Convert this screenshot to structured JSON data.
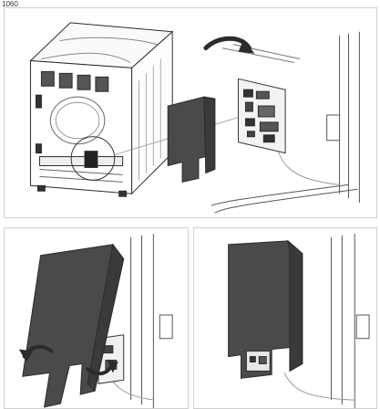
{
  "figure": {
    "label": "1060",
    "colors": {
      "line": "#2b2b2b",
      "cover": "#4a4a4a",
      "cover_dark": "#3a3a3a",
      "panel_border": "#cfcfcf",
      "background": "#ffffff"
    }
  },
  "panels": [
    {
      "id": "top",
      "content": [
        "appliance-rear-view",
        "zoom-circle",
        "detached-cover",
        "curved-arrow-icon",
        "control-board"
      ]
    },
    {
      "id": "bottom-left",
      "content": [
        "cover-being-hooked",
        "curved-arrow-left-icon",
        "curved-arrow-right-icon"
      ]
    },
    {
      "id": "bottom-right",
      "content": [
        "cover-installed"
      ]
    }
  ]
}
